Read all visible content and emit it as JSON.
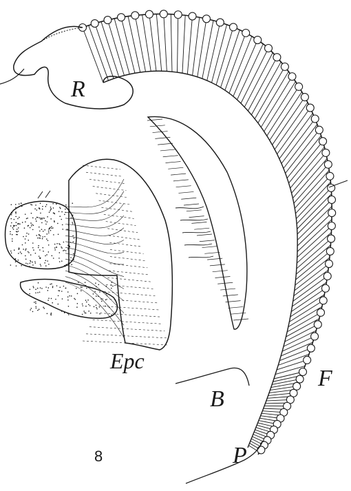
{
  "figure": {
    "number": "8",
    "labels": {
      "R": "R",
      "Epc": "Epc",
      "B": "B",
      "F": "F",
      "P": "P"
    },
    "colors": {
      "ink": "#1a1a1a",
      "paper": "#ffffff"
    }
  }
}
